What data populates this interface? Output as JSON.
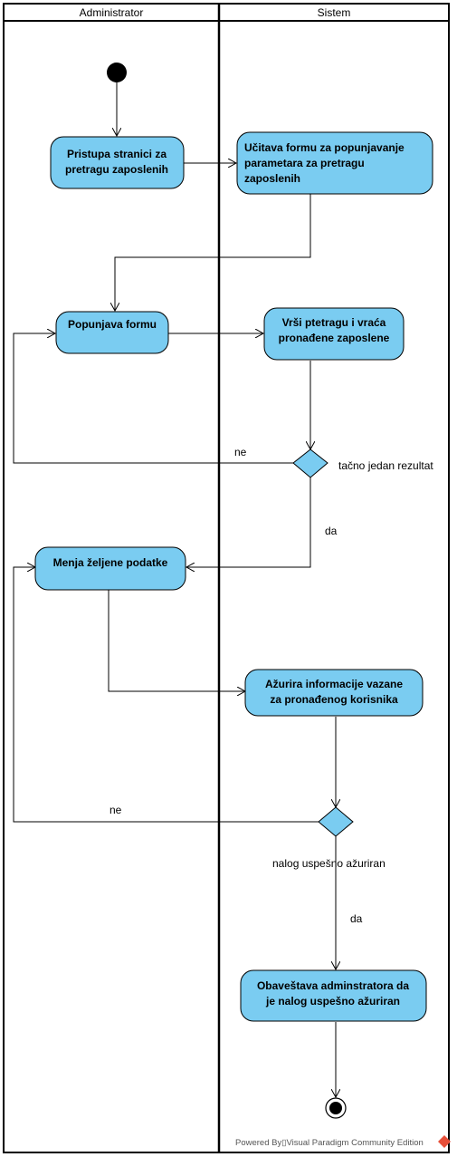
{
  "lanes": {
    "left": "Administrator",
    "right": "Sistem"
  },
  "activities": {
    "a1": [
      "Pristupa stranici za",
      "pretragu zaposlenih"
    ],
    "a2": [
      "Učitava formu za popunjavanje",
      "parametara za pretragu",
      "zaposlenih"
    ],
    "a3": [
      "Popunjava formu"
    ],
    "a4": [
      "Vrši ptetragu i vraća",
      "pronađene zaposlene"
    ],
    "a5": [
      "Menja željene podatke"
    ],
    "a6": [
      "Ažurira informacije vazane",
      "za pronađenog korisnika"
    ],
    "a7": [
      "Obaveštava adminstratora da",
      "je nalog uspešno ažuriran"
    ]
  },
  "labels": {
    "ne1": "ne",
    "cond1": "tačno jedan rezultat",
    "da1": "da",
    "ne2": "ne",
    "cond2": "nalog uspešno ažuriran",
    "da2": "da"
  },
  "watermark": "Powered By▯Visual Paradigm Community Edition",
  "colors": {
    "activity_fill": "#7ACCF1",
    "line": "#000000",
    "background": "#FFFFFF"
  }
}
